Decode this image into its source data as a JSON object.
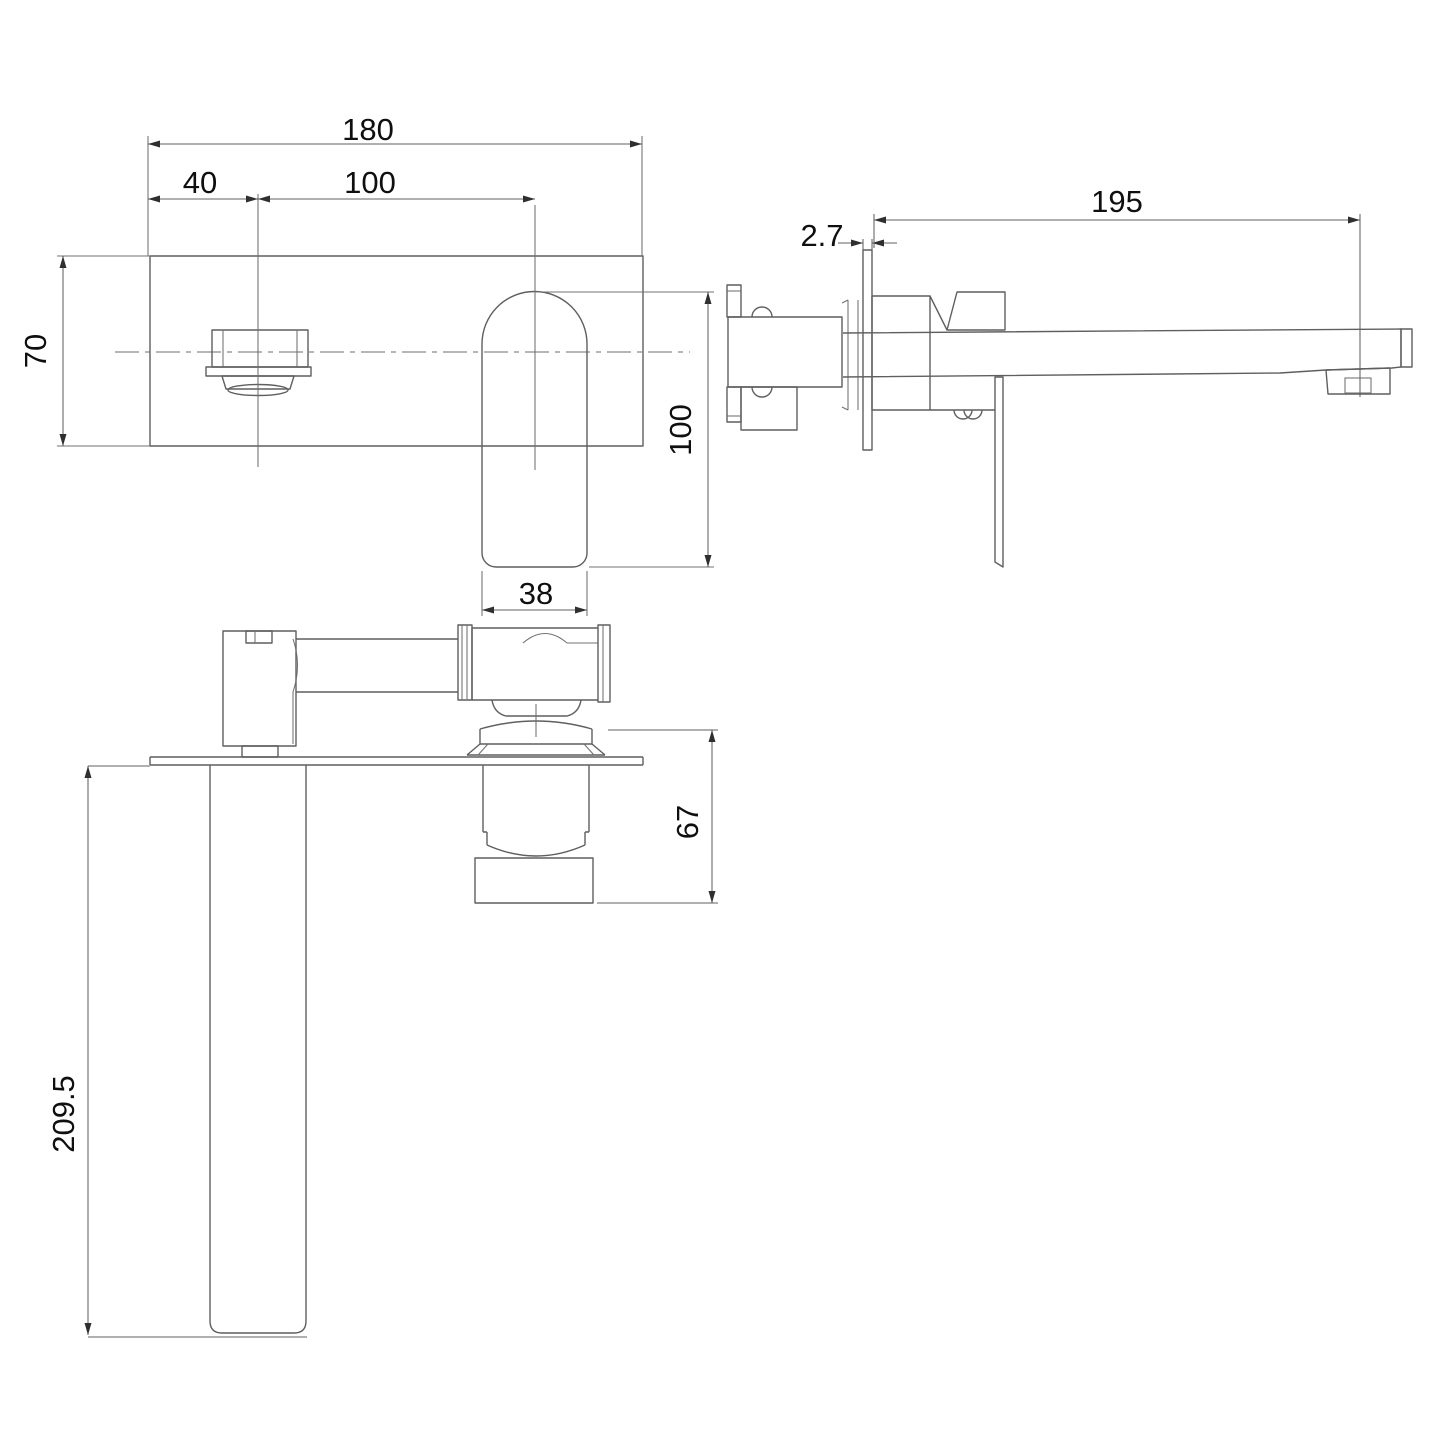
{
  "drawing": {
    "background_color": "#ffffff",
    "line_color": "#5f5f5f",
    "text_color": "#0f0f0f",
    "views": {
      "front": {
        "dims": {
          "plate_width": "180",
          "spout_offset": "40",
          "spout_to_handle": "100",
          "plate_height": "70",
          "handle_height": "100",
          "handle_width": "38"
        }
      },
      "side": {
        "dims": {
          "plate_thickness": "2.7",
          "spout_reach": "195"
        }
      },
      "top": {
        "dims": {
          "trim_depth": "67",
          "spout_length": "209.5"
        }
      }
    }
  }
}
